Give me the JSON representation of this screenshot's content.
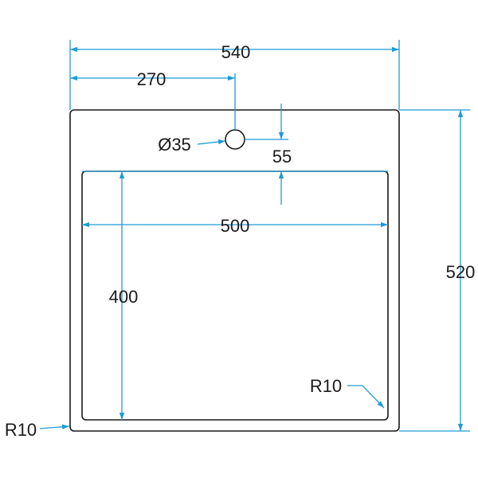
{
  "colors": {
    "outline": "#1a1a1a",
    "dimension": "#1e9ad6",
    "label": "#1a1a1a",
    "background": "#ffffff"
  },
  "dimensions": {
    "overall_width": "540",
    "tap_offset": "270",
    "tap_hole_diameter": "Ø35",
    "tap_to_bowl": "55",
    "bowl_width": "500",
    "bowl_depth": "400",
    "overall_depth": "520",
    "inner_radius": "R10",
    "outer_radius": "R10"
  }
}
